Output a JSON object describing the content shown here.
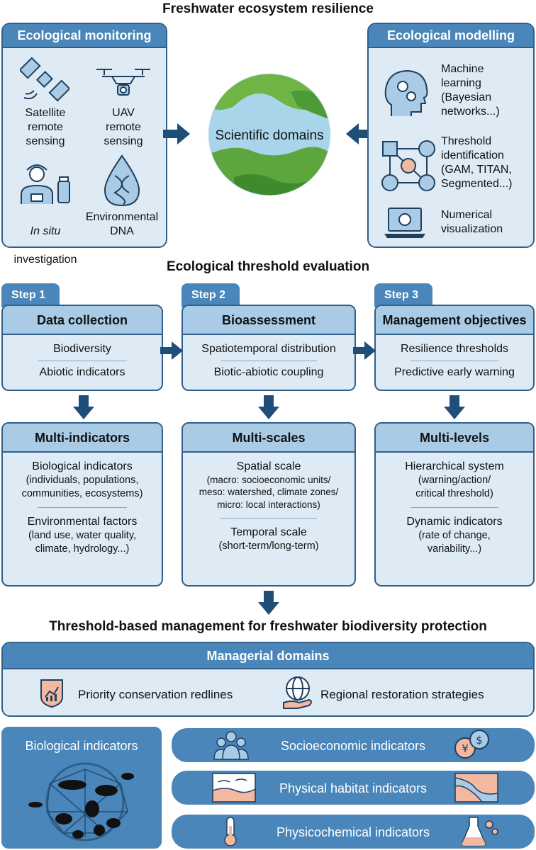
{
  "titles": {
    "main": "Freshwater ecosystem resilience",
    "evaluation": "Ecological threshold evaluation",
    "management": "Threshold-based management for freshwater biodiversity protection"
  },
  "monitoring": {
    "header": "Ecological monitoring",
    "satellite": "Satellite\nremote\nsensing",
    "uav": "UAV\nremote\nsensing",
    "insitu_italic": "In situ",
    "insitu_rest": "investigation",
    "edna": "Environmental\nDNA"
  },
  "center": {
    "label": "Scientific domains"
  },
  "modelling": {
    "header": "Ecological modelling",
    "ml": "Machine\nlearning\n(Bayesian\nnetworks...)",
    "threshold": "Threshold\nidentification\n(GAM, TITAN,\nSegmented...)",
    "numerical": "Numerical\nvisualization"
  },
  "steps": [
    {
      "tab": "Step 1",
      "title": "Data collection",
      "items": [
        "Biodiversity",
        "Abiotic indicators"
      ]
    },
    {
      "tab": "Step 2",
      "title": "Bioassessment",
      "items": [
        "Spatiotemporal distribution",
        "Biotic-abiotic coupling"
      ]
    },
    {
      "tab": "Step 3",
      "title": "Management objectives",
      "items": [
        "Resilience thresholds",
        "Predictive early warning"
      ]
    }
  ],
  "multi": [
    {
      "title": "Multi-indicators",
      "b1": "Biological indicators",
      "b1s": "(individuals, populations,\ncommunities, ecosystems)",
      "b2": "Environmental factors",
      "b2s": "(land use, water quality,\nclimate, hydrology...)"
    },
    {
      "title": "Multi-scales",
      "b1": "Spatial scale",
      "b1s": "(macro: socioeconomic units/\nmeso: watershed, climate zones/\nmicro: local interactions)",
      "b2": "Temporal scale",
      "b2s": "(short-term/long-term)"
    },
    {
      "title": "Multi-levels",
      "b1": "Hierarchical system",
      "b1s": "(warning/action/\ncritical threshold)",
      "b2": "Dynamic indicators",
      "b2s": "(rate of change,\nvariability...)"
    }
  ],
  "managerial": {
    "header": "Managerial domains",
    "redlines": "Priority conservation redlines",
    "restoration": "Regional restoration strategies"
  },
  "indicators": {
    "biological": "Biological indicators",
    "socioeconomic": "Socioeconomic indicators",
    "physical": "Physical habitat indicators",
    "physicochemical": "Physicochemical indicators"
  },
  "colors": {
    "dark": "#2f5f8a",
    "mid": "#4a86b9",
    "light": "#deebf5",
    "head": "#a9cbe5",
    "arrow": "#1f4e79",
    "accent": "#f2b8a0"
  }
}
